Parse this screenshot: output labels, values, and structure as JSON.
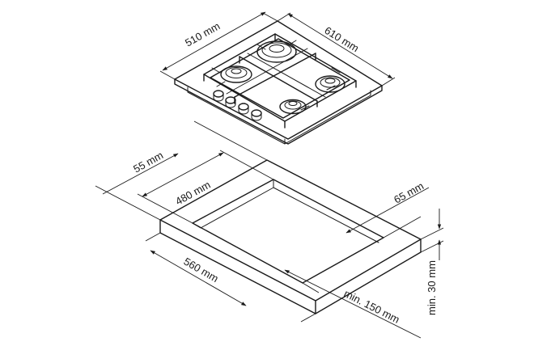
{
  "hob": {
    "depth_label": "510 mm",
    "width_label": "610 mm"
  },
  "cutout": {
    "clearance_label": "55 mm",
    "depth_label": "480 mm",
    "side_clearance_label": "65 mm",
    "width_label": "560 mm",
    "thickness_label": "min. 30 mm",
    "front_clearance_label": "min. 150 mm"
  }
}
